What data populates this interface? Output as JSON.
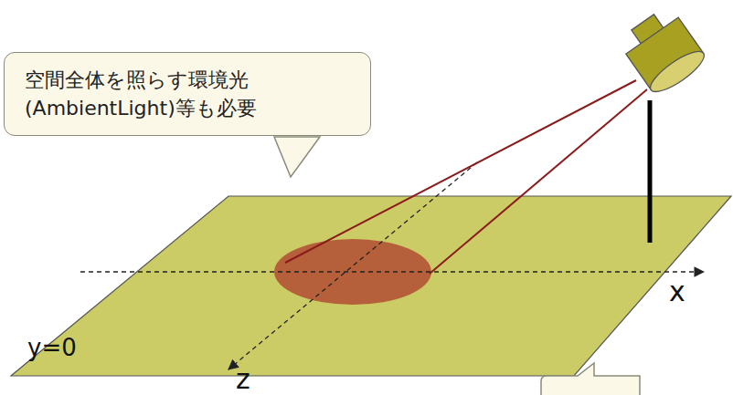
{
  "diagram": {
    "nodes": [
      {
        "text": [
          "空間全体を照らす環境光 (AmbientLight)等も必要"
        ]
      }
    ],
    "labels": [
      "x",
      "y=0",
      "z"
    ]
  }
}
